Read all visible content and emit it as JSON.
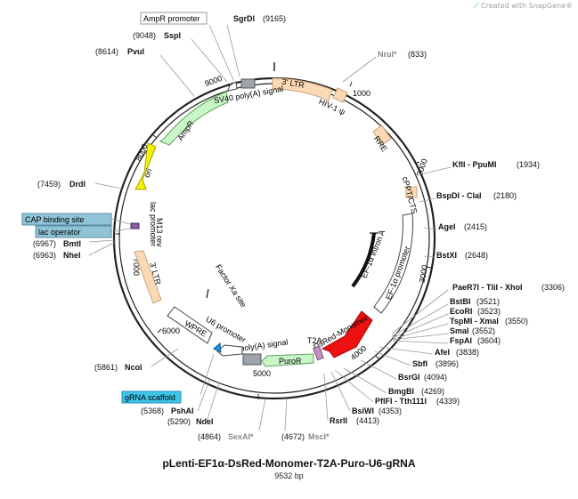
{
  "credit": {
    "logo": "⟋",
    "text": "Created with SnapGene®"
  },
  "plasmid": {
    "name": "pLenti-EF1α-DsRed-Monomer-T2A-Puro-U6-gRNA",
    "size": "9532 bp"
  },
  "ticks": [
    {
      "label": "1000"
    },
    {
      "label": "2000"
    },
    {
      "label": "3000"
    },
    {
      "label": "4000"
    },
    {
      "label": "5000"
    },
    {
      "label": "6000"
    },
    {
      "label": "7000"
    },
    {
      "label": "8000"
    },
    {
      "label": "9000"
    }
  ],
  "features": [
    {
      "name": "3' LTR",
      "label": "3' LTR"
    },
    {
      "name": "HIV-1 psi",
      "label": "HIV-1 ψ"
    },
    {
      "name": "RRE",
      "label": "RRE"
    },
    {
      "name": "cPPT/CTS",
      "label": "cPPT/CTS"
    },
    {
      "name": "EF-1a promoter",
      "label": "EF-1α promoter"
    },
    {
      "name": "EF-1a intron A",
      "label": "EF-1α intron A"
    },
    {
      "name": "DsRed-Monomer",
      "label": "DsRed-Monomer"
    },
    {
      "name": "T2A",
      "label": "T2A"
    },
    {
      "name": "PuroR",
      "label": "PuroR"
    },
    {
      "name": "bGH poly(A) signal",
      "label": "bGH poly(A) signal"
    },
    {
      "name": "U6 promoter",
      "label": "U6 promoter"
    },
    {
      "name": "WPRE",
      "label": "WPRE"
    },
    {
      "name": "3' LTR (2)",
      "label": "3' LTR"
    },
    {
      "name": "Factor Xa site",
      "label": "Factor Xa site"
    },
    {
      "name": "lac promoter",
      "label": "lac promoter"
    },
    {
      "name": "M13 rev",
      "label": "M13 rev"
    },
    {
      "name": "ori",
      "label": "ori"
    },
    {
      "name": "AmpR",
      "label": "AmpR"
    },
    {
      "name": "SV40 poly(A) signal",
      "label": "SV40 poly(A) signal"
    }
  ],
  "sites": [
    {
      "name": "SgrDI",
      "pos": "(9165)"
    },
    {
      "name": "SspI",
      "pos": "(9048)"
    },
    {
      "name": "PvuI",
      "pos": "(8614)"
    },
    {
      "name": "NruI*",
      "pos": "(833)"
    },
    {
      "name": "KflI - PpuMI",
      "pos": "(1934)"
    },
    {
      "name": "BspDI - ClaI",
      "pos": "(2180)"
    },
    {
      "name": "AgeI",
      "pos": "(2415)"
    },
    {
      "name": "BstXI",
      "pos": "(2648)"
    },
    {
      "name": "PaeR7I - TliI - XhoI",
      "pos": "(3306)"
    },
    {
      "name": "BstBI",
      "pos": "(3521)"
    },
    {
      "name": "EcoRI",
      "pos": "(3523)"
    },
    {
      "name": "TspMI - XmaI",
      "pos": "(3550)"
    },
    {
      "name": "SmaI",
      "pos": "(3552)"
    },
    {
      "name": "FspAI",
      "pos": "(3604)"
    },
    {
      "name": "AfeI",
      "pos": "(3838)"
    },
    {
      "name": "SbfI",
      "pos": "(3896)"
    },
    {
      "name": "BsrGI",
      "pos": "(4094)"
    },
    {
      "name": "BmgBI",
      "pos": "(4269)"
    },
    {
      "name": "PflFI - Tth111I",
      "pos": "(4339)"
    },
    {
      "name": "BsiWI",
      "pos": "(4353)"
    },
    {
      "name": "RsrII",
      "pos": "(4413)"
    },
    {
      "name": "MscI*",
      "pos": "(4672)"
    },
    {
      "name": "SexAI*",
      "pos": "(4864)"
    },
    {
      "name": "NdeI",
      "pos": "(5290)"
    },
    {
      "name": "PshAI",
      "pos": "(5368)"
    },
    {
      "name": "NcoI",
      "pos": "(5861)"
    },
    {
      "name": "DrdI",
      "pos": "(7459)"
    },
    {
      "name": "BmtI",
      "pos": "(6967)"
    },
    {
      "name": "NheI",
      "pos": "(6963)"
    }
  ],
  "callouts": [
    {
      "label": "AmpR promoter"
    },
    {
      "label": "CAP binding site"
    },
    {
      "label": "lac operator"
    },
    {
      "label": "gRNA scaffold"
    }
  ],
  "colors": {
    "backbone": "#222222",
    "ltr": "#fbd9b5",
    "ltr_stroke": "#c9a37a",
    "ampr": "#c9f5c9",
    "ampr_stroke": "#5fa35f",
    "ori": "#f5f200",
    "ori_stroke": "#a8a200",
    "dsred": "#ee1111",
    "puror": "#c9f5c9",
    "t2a": "#c58fc0",
    "sv40": "#9da3aa",
    "promoter": "#ffffff",
    "wpre": "#ffffff",
    "u6_small": "#1e8fd6",
    "cap": "#8fc3d6",
    "gRNA": "#3fc4ea",
    "lac_op": "#8fc3d6",
    "grey_site": "#8b8b8b",
    "line": "#999999"
  }
}
